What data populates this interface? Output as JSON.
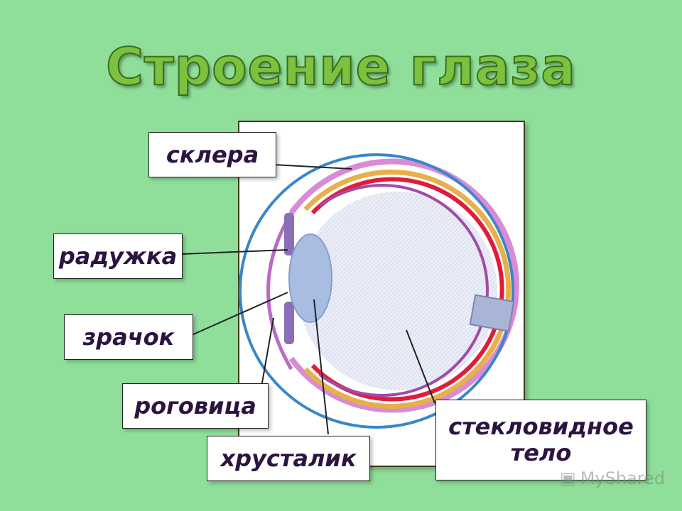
{
  "title": "Строение глаза",
  "labels": {
    "sclera": "склера",
    "iris": "радужка",
    "pupil": "зрачок",
    "cornea": "роговица",
    "lens": "хрусталик",
    "vitreous_line1": "стекловидное",
    "vitreous_line2": "тело"
  },
  "watermark": "MyShared",
  "colors": {
    "background": "#8fdf9b",
    "title_fill": "#7cc23e",
    "label_text": "#2d1440",
    "sclera_ring": "#3a86c8",
    "choroid": "#e01c3a",
    "retina": "#e6b04a",
    "outer_layer": "#a24aa8"
  }
}
